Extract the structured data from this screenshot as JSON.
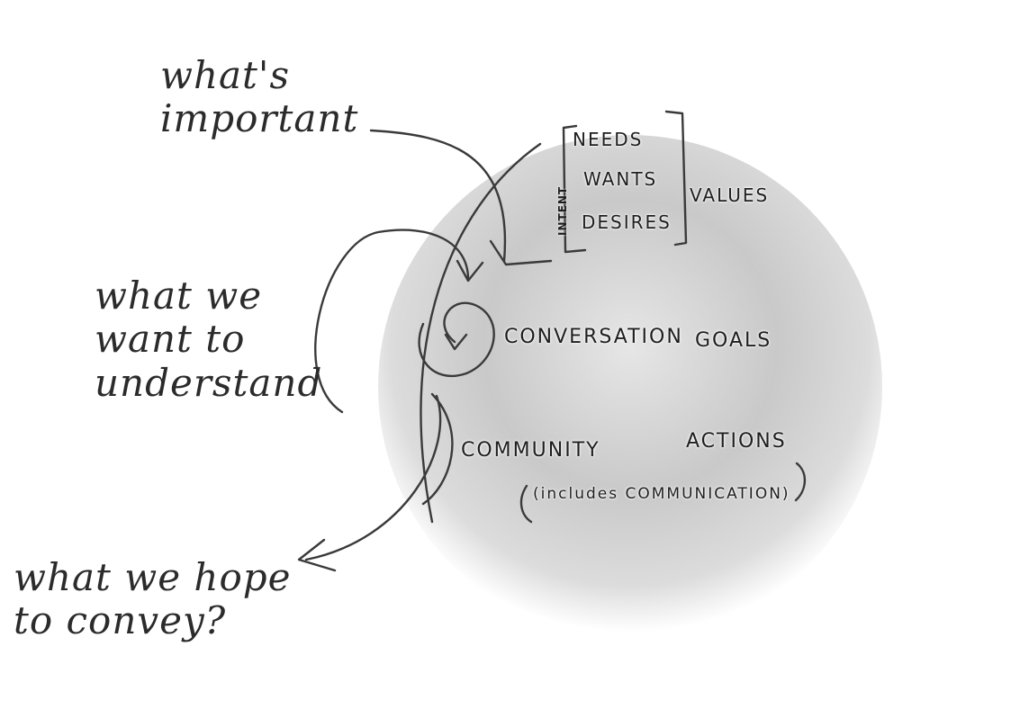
{
  "questions": {
    "important": "what's\nimportant",
    "understand": "what we\nwant to\nunderstand",
    "convey": "what we hope\nto convey?"
  },
  "bracket_items": [
    "NEEDS",
    "WANTS",
    "DESIRES"
  ],
  "vertical_label": "INTENT",
  "labels": {
    "values": "VALUES",
    "conversation": "CONVERSATION",
    "goals": "GOALS",
    "community": "COMMUNITY",
    "actions": "ACTIONS",
    "includes": "(includes COMMUNICATION)"
  },
  "colors": {
    "ink": "#2b2b2b",
    "orb": "#c9c9c9"
  }
}
